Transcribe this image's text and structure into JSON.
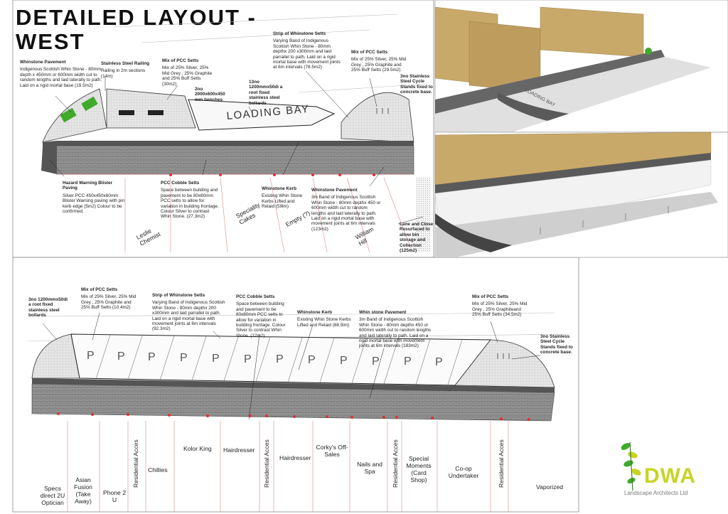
{
  "title": {
    "line1": "DETAILED LAYOUT -",
    "line2": "WEST"
  },
  "top_plan": {
    "loading_bay": "LOADING BAY",
    "annotations": [
      {
        "heading": "Whinstone Pavement",
        "body": "Indigenous Scottish Whin Stone - 80mm depth x 450mm or 600mm width cut to random lengths and laid laterally to path. Laid on a rigid mortal base (19.5m2)"
      },
      {
        "heading": "Stainless Steel Railing",
        "body": "Railing in 2m sections (14m)"
      },
      {
        "heading": "Mix of PCC Setts",
        "body": "Mix of 25% Silver, 25% Mid Grey , 25% Graphite and 25% Buff Setts (30m2)"
      },
      {
        "heading": "2no 2000x600x450 mm benches",
        "body": ""
      },
      {
        "heading": "13no 1200mmx50di a root fixed stainless steel bollards",
        "body": ""
      },
      {
        "heading": "Strip of Whinstone Setts",
        "body": "Varying Band of Indigenous Scottish Whin Stone - 80mm depthx 200 x300mm and laid parrallel to path. Laid on a rigid mortal base with movement joints at 6m intervals (78.5m2)"
      },
      {
        "heading": "Mix of PCC Setts",
        "body": "Mix of 25% Silver, 25% Mid Grey , 25% Graphite and 25% Buff Setts (29.5m2)"
      },
      {
        "heading": "3no Stainless Steel Cycle Stands fixed to concrete base.",
        "body": ""
      },
      {
        "heading": "Hazard Warning Blister Paving",
        "body": "Silver PCC 450x450x60mm Blister Warning paving with pin kerb edge (5m2) Colour to be confirmed."
      },
      {
        "heading": "PCC Cobble Setts",
        "body": "Space between building and pavement to be 80x80mm PCC setts to allow for variation in building frontage. Colour Silver to contrast Whin Stone. (27.3m2)"
      },
      {
        "heading": "Whinstone Kerb",
        "body": "Existing Whin Stone Kerbs Lifted and Relaid (59lm)"
      },
      {
        "heading": "Whinstone Pavement",
        "body": "3m Band of Indigenous Scottish Whin Stone - 80mm depthx 450 or 600mm width cut to random lengths and laid laterally to path. Laid on a rigid mortal base with movement joints at 6m intervals (123m2)"
      },
      {
        "heading": "Lane and Close Resurfaced to allow bin storage and Collection (125m2)",
        "body": ""
      }
    ],
    "shops": [
      "Leslie Chemist",
      "Speciality Cakes",
      "Empty (?)",
      "William Hill"
    ]
  },
  "bottom_plan": {
    "parking_symbol": "P",
    "annotations": [
      {
        "heading": "3no 1200mmx50di a root fixed stainless steel bollards",
        "body": ""
      },
      {
        "heading": "Mix of PCC Setts",
        "body": "Mix of 25% Silver, 25% Mid Grey , 25% Graphite and 25% Buff Setts (10.4m2)"
      },
      {
        "heading": "Strip of Whinstone Setts",
        "body": "Varying Band of Indigenous Scottish Whin Stone - 80mm depthx 200 x300mm and laid parrallel to path. Laid on a rigid mortal base with movement joints at 6m intervals (92.3m2)"
      },
      {
        "heading": "PCC Cobble Setts",
        "body": "Space between building and pavement to be 80x80mm PCC setts to allow for variation in building frontage. Colour Silver to contrast Whin Stone. (12m2)"
      },
      {
        "heading": "Whinstone Kerb",
        "body": "Existing Whin Stone Kerbs Lifted and Relaid (88.5lm)"
      },
      {
        "heading": "Whin stone Pavement",
        "body": "3m Band of Indigenous Scottish Whin Stone - 80mm depthx 450 or 600mm width cut to random lengths and laid laterally to path. Laid on a rigid mortal base with movement joints at 6m intervals (183m2)"
      },
      {
        "heading": "Mix of PCC Setts",
        "body": "Mix of 25% Silver, 25% Mid Grey , 25% Graphiteand 25% Buff Setts (34.5m2)"
      },
      {
        "heading": "3no Stainless Steel Cycle Stands fixed to concrete base.",
        "body": ""
      }
    ],
    "shops": [
      "Specs direct 2U Optician",
      "Asian Fusion (Take Away)",
      "Phone 2 U",
      "Residential Acces",
      "Chillies",
      "Kolor King",
      "Hairdresser",
      "Residential Acces",
      "Hairdresser",
      "Corky's Off-Sales",
      "Nails and Spa",
      "Residential Acces",
      "Special Moments (Card Shop)",
      "Co-op Undertaker",
      "Residential Acces",
      "Vaporized"
    ]
  },
  "perspective_top": {
    "road_label": "LOADING BAY"
  },
  "logo": {
    "name": "DWA",
    "subtitle": "Landscape Architects Ltd"
  },
  "colors": {
    "asphalt": "#5e5e5e",
    "pavement": "#9a9a9a",
    "setts": "#d8d8d8",
    "building": "#c9a96a",
    "green": "#3faa2c",
    "logo": "#c8d424"
  }
}
